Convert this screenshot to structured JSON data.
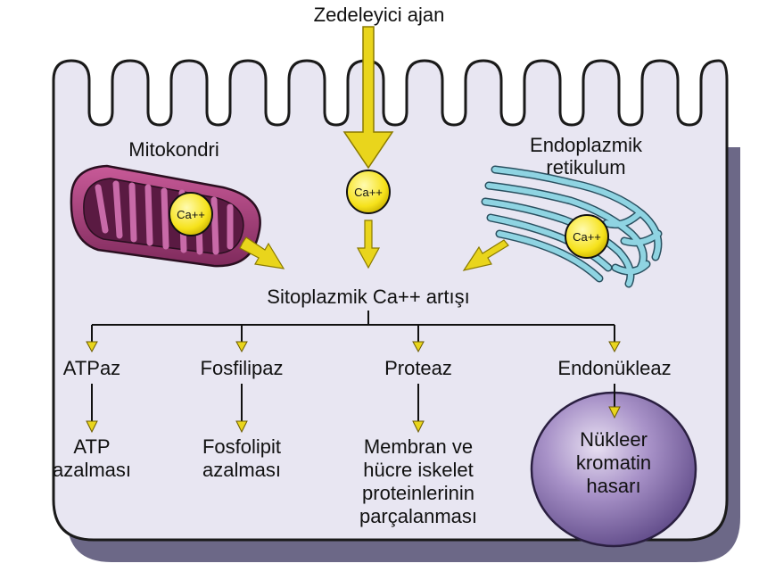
{
  "agent": "Zedeleyici ajan",
  "organelles": {
    "mitochondria": "Mitokondri",
    "er_line1": "Endoplazmik",
    "er_line2": "retikulum",
    "nucleus_line1": "Nükleer",
    "nucleus_line2": "kromatin",
    "nucleus_line3": "hasarı"
  },
  "calcium_label": "Ca++",
  "central_event": "Sitoplazmik Ca++ artışı",
  "enzymes": [
    "ATPaz",
    "Fosfilipaz",
    "Proteaz",
    "Endonükleaz"
  ],
  "effects": {
    "atp_line1": "ATP",
    "atp_line2": "azalması",
    "phospholipid_line1": "Fosfolipit",
    "phospholipid_line2": "azalması",
    "protein_line1": "Membran ve",
    "protein_line2": "hücre iskelet",
    "protein_line3": "proteinlerinin",
    "protein_line4": "parçalanması"
  },
  "colors": {
    "cell_fill": "#e8e6f2",
    "cell_border": "#1a1a1a",
    "mitochondria": "#a83e7e",
    "calcium": "#f6e21b",
    "arrow_yellow": "#e9d51c",
    "nucleus": "#9078b4",
    "er": "#79c8d8"
  }
}
